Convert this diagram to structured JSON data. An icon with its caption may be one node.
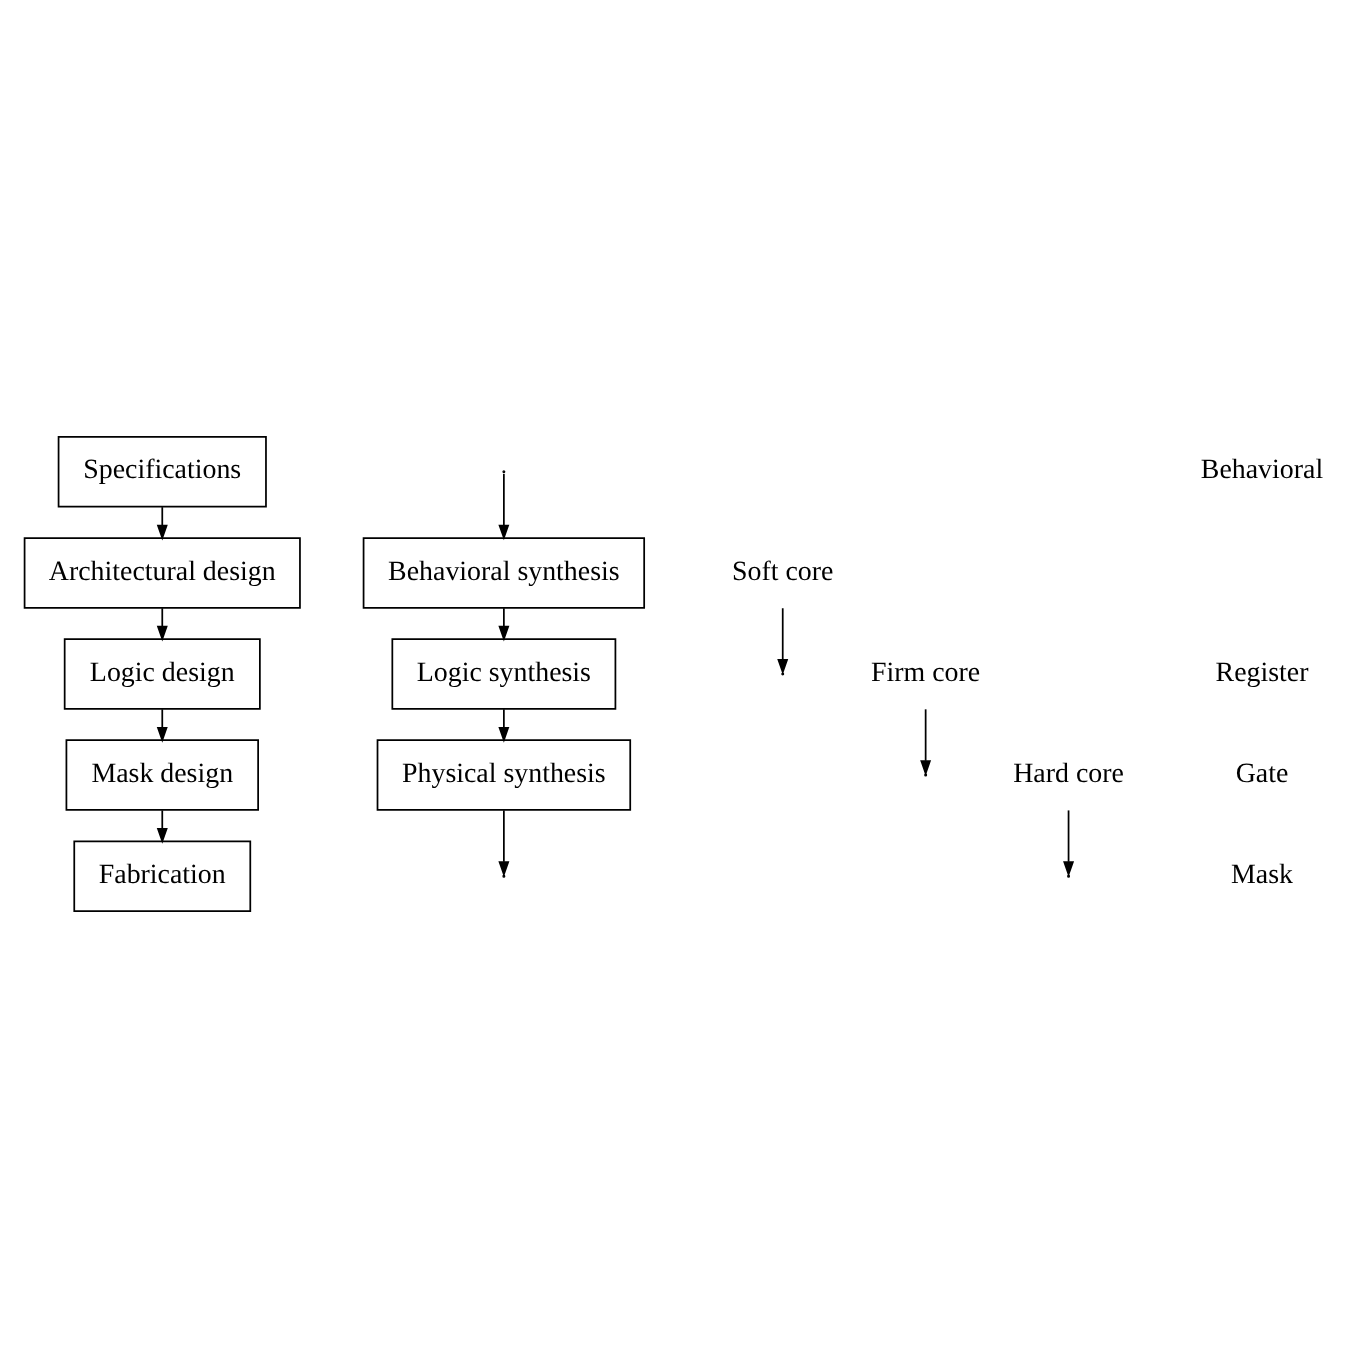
{
  "diagram": {
    "nodes": [
      {
        "text": [
          "Specifications"
        ]
      },
      {
        "text": [
          "Architectural design"
        ]
      },
      {
        "text": [
          "Behavioral synthesis"
        ]
      },
      {
        "text": [
          "Soft core"
        ]
      },
      {
        "text": [
          "Logic design"
        ]
      },
      {
        "text": [
          "Logic synthesis"
        ]
      },
      {
        "text": [
          "Firm core"
        ]
      },
      {
        "text": [
          "Mask design"
        ]
      },
      {
        "text": [
          "Physical synthesis"
        ]
      },
      {
        "text": [
          "Hard core"
        ]
      },
      {
        "text": [
          "Fabrication"
        ]
      }
    ],
    "edges": [
      {
        "from": 0,
        "to": 1,
        "arrow": "to"
      },
      {
        "from": 1,
        "to": 4,
        "arrow": "to"
      },
      {
        "from": 4,
        "to": 7,
        "arrow": "to"
      },
      {
        "from": 7,
        "to": 10,
        "arrow": "to"
      },
      {
        "from": null,
        "to": 2,
        "arrow": "to"
      },
      {
        "from": 2,
        "to": 5,
        "arrow": "to"
      },
      {
        "from": 5,
        "to": 8,
        "arrow": "to"
      },
      {
        "from": 8,
        "to": null,
        "arrow": "to"
      },
      {
        "from": 3,
        "to": null,
        "arrow": "to"
      },
      {
        "from": 6,
        "to": null,
        "arrow": "to"
      },
      {
        "from": 9,
        "to": null,
        "arrow": "to"
      }
    ],
    "labels": [
      "Behavioral",
      "Register",
      "Gate",
      "Mask"
    ]
  }
}
